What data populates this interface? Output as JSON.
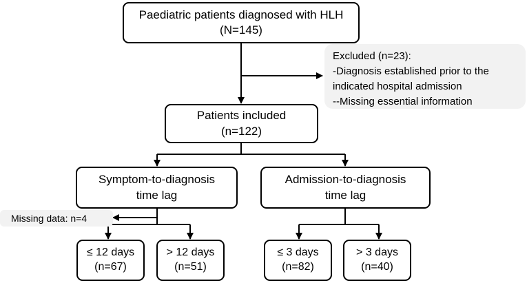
{
  "diagram": {
    "root": {
      "line1": "Paediatric patients diagnosed with HLH",
      "line2": "(N=145)"
    },
    "excluded": {
      "lines": [
        "Excluded (n=23):",
        "-Diagnosis established prior to the",
        "indicated hospital admission",
        "--Missing essential information"
      ]
    },
    "included": {
      "line1": "Patients included",
      "line2": "(n=122)"
    },
    "symptom": {
      "line1": "Symptom-to-diagnosis",
      "line2": "time lag"
    },
    "admission": {
      "line1": "Admission-to-diagnosis",
      "line2": "time lag"
    },
    "missing": {
      "label": "Missing data: n=4"
    },
    "leaves": [
      {
        "line1": "≤ 12 days",
        "line2": "(n=67)"
      },
      {
        "line1": "> 12 days",
        "line2": "(n=51)"
      },
      {
        "line1": "≤ 3 days",
        "line2": "(n=82)"
      },
      {
        "line1": "> 3 days",
        "line2": "(n=40)"
      }
    ]
  }
}
